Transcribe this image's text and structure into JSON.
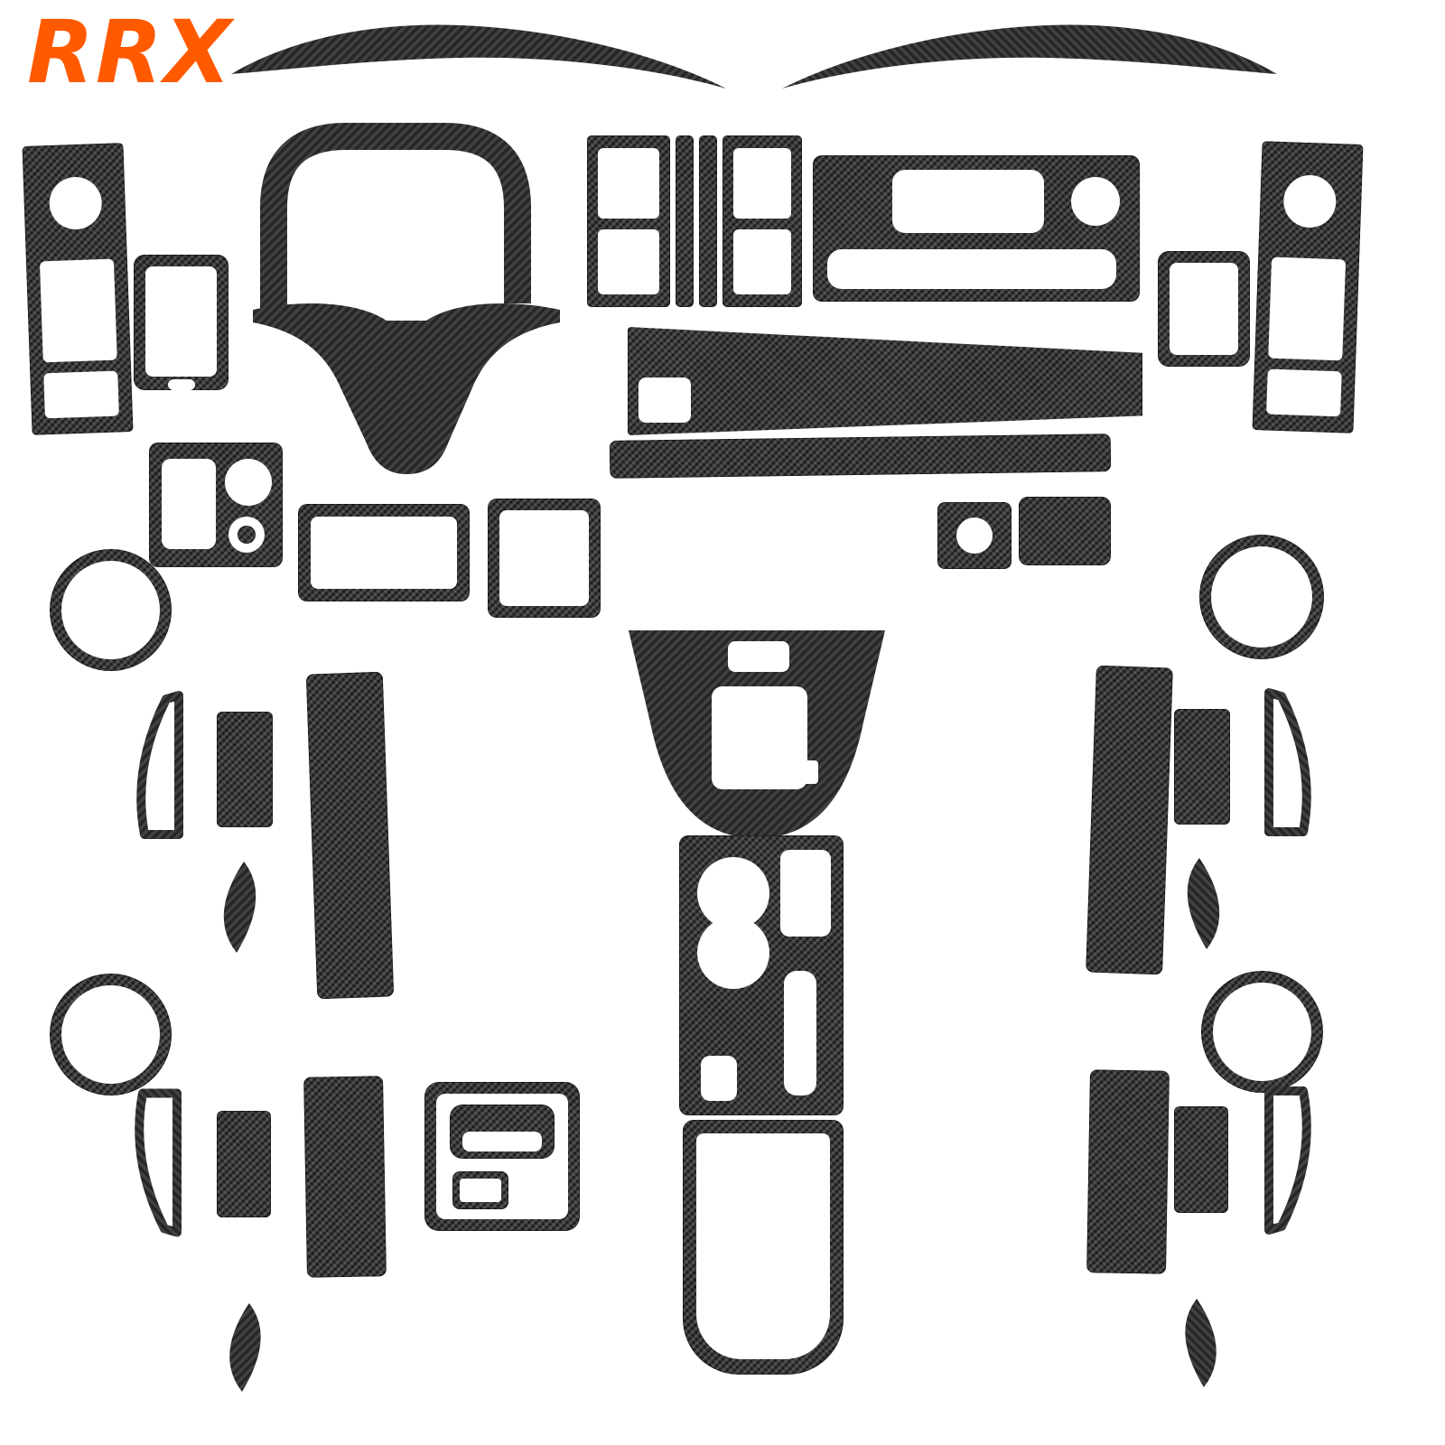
{
  "page": {
    "background": "#ffffff"
  },
  "logo": {
    "text": "RRX",
    "color": "#ff5a00"
  },
  "product": {
    "description": "Carbon fiber car interior trim kit - full set of stickers laid out on white background",
    "material_colors": {
      "carbon_dark": "#1e1e1e",
      "carbon_light": "#424242"
    },
    "piece_names": [
      "headlight-eyebrow-left",
      "headlight-eyebrow-right",
      "window-switch-panel-left",
      "small-switch-frame-left",
      "steering-wheel-upper-trim",
      "steering-wheel-lower-trim",
      "ac-vent-frame-left",
      "pillar-strip-a",
      "pillar-strip-b",
      "ac-vent-frame-right",
      "radio-panel",
      "small-switch-frame-right",
      "window-switch-panel-right",
      "dashboard-trim-upper",
      "dashboard-trim-lower",
      "headlight-switch-panel",
      "center-frame-a",
      "center-frame-b",
      "small-panel-with-circle",
      "small-blank-panel",
      "speaker-ring-top-left",
      "speaker-ring-top-right",
      "gear-shift-panel",
      "b-pillar-strip-left",
      "door-sail-frame-top-left",
      "door-insert-top-left",
      "leaf-trim-left",
      "b-pillar-strip-right",
      "door-insert-top-right",
      "door-sail-frame-top-right",
      "leaf-trim-right",
      "cup-holder-panel",
      "console-tray",
      "speaker-ring-bottom-left",
      "door-sail-frame-bottom-left",
      "door-insert-bottom-left",
      "b-pillar-strip-bottom-left",
      "seat-handle-bezel",
      "leaf-trim-bottom-left",
      "speaker-ring-bottom-right",
      "b-pillar-strip-bottom-right",
      "door-insert-bottom-right",
      "door-sail-frame-bottom-right",
      "leaf-trim-bottom-right"
    ]
  }
}
